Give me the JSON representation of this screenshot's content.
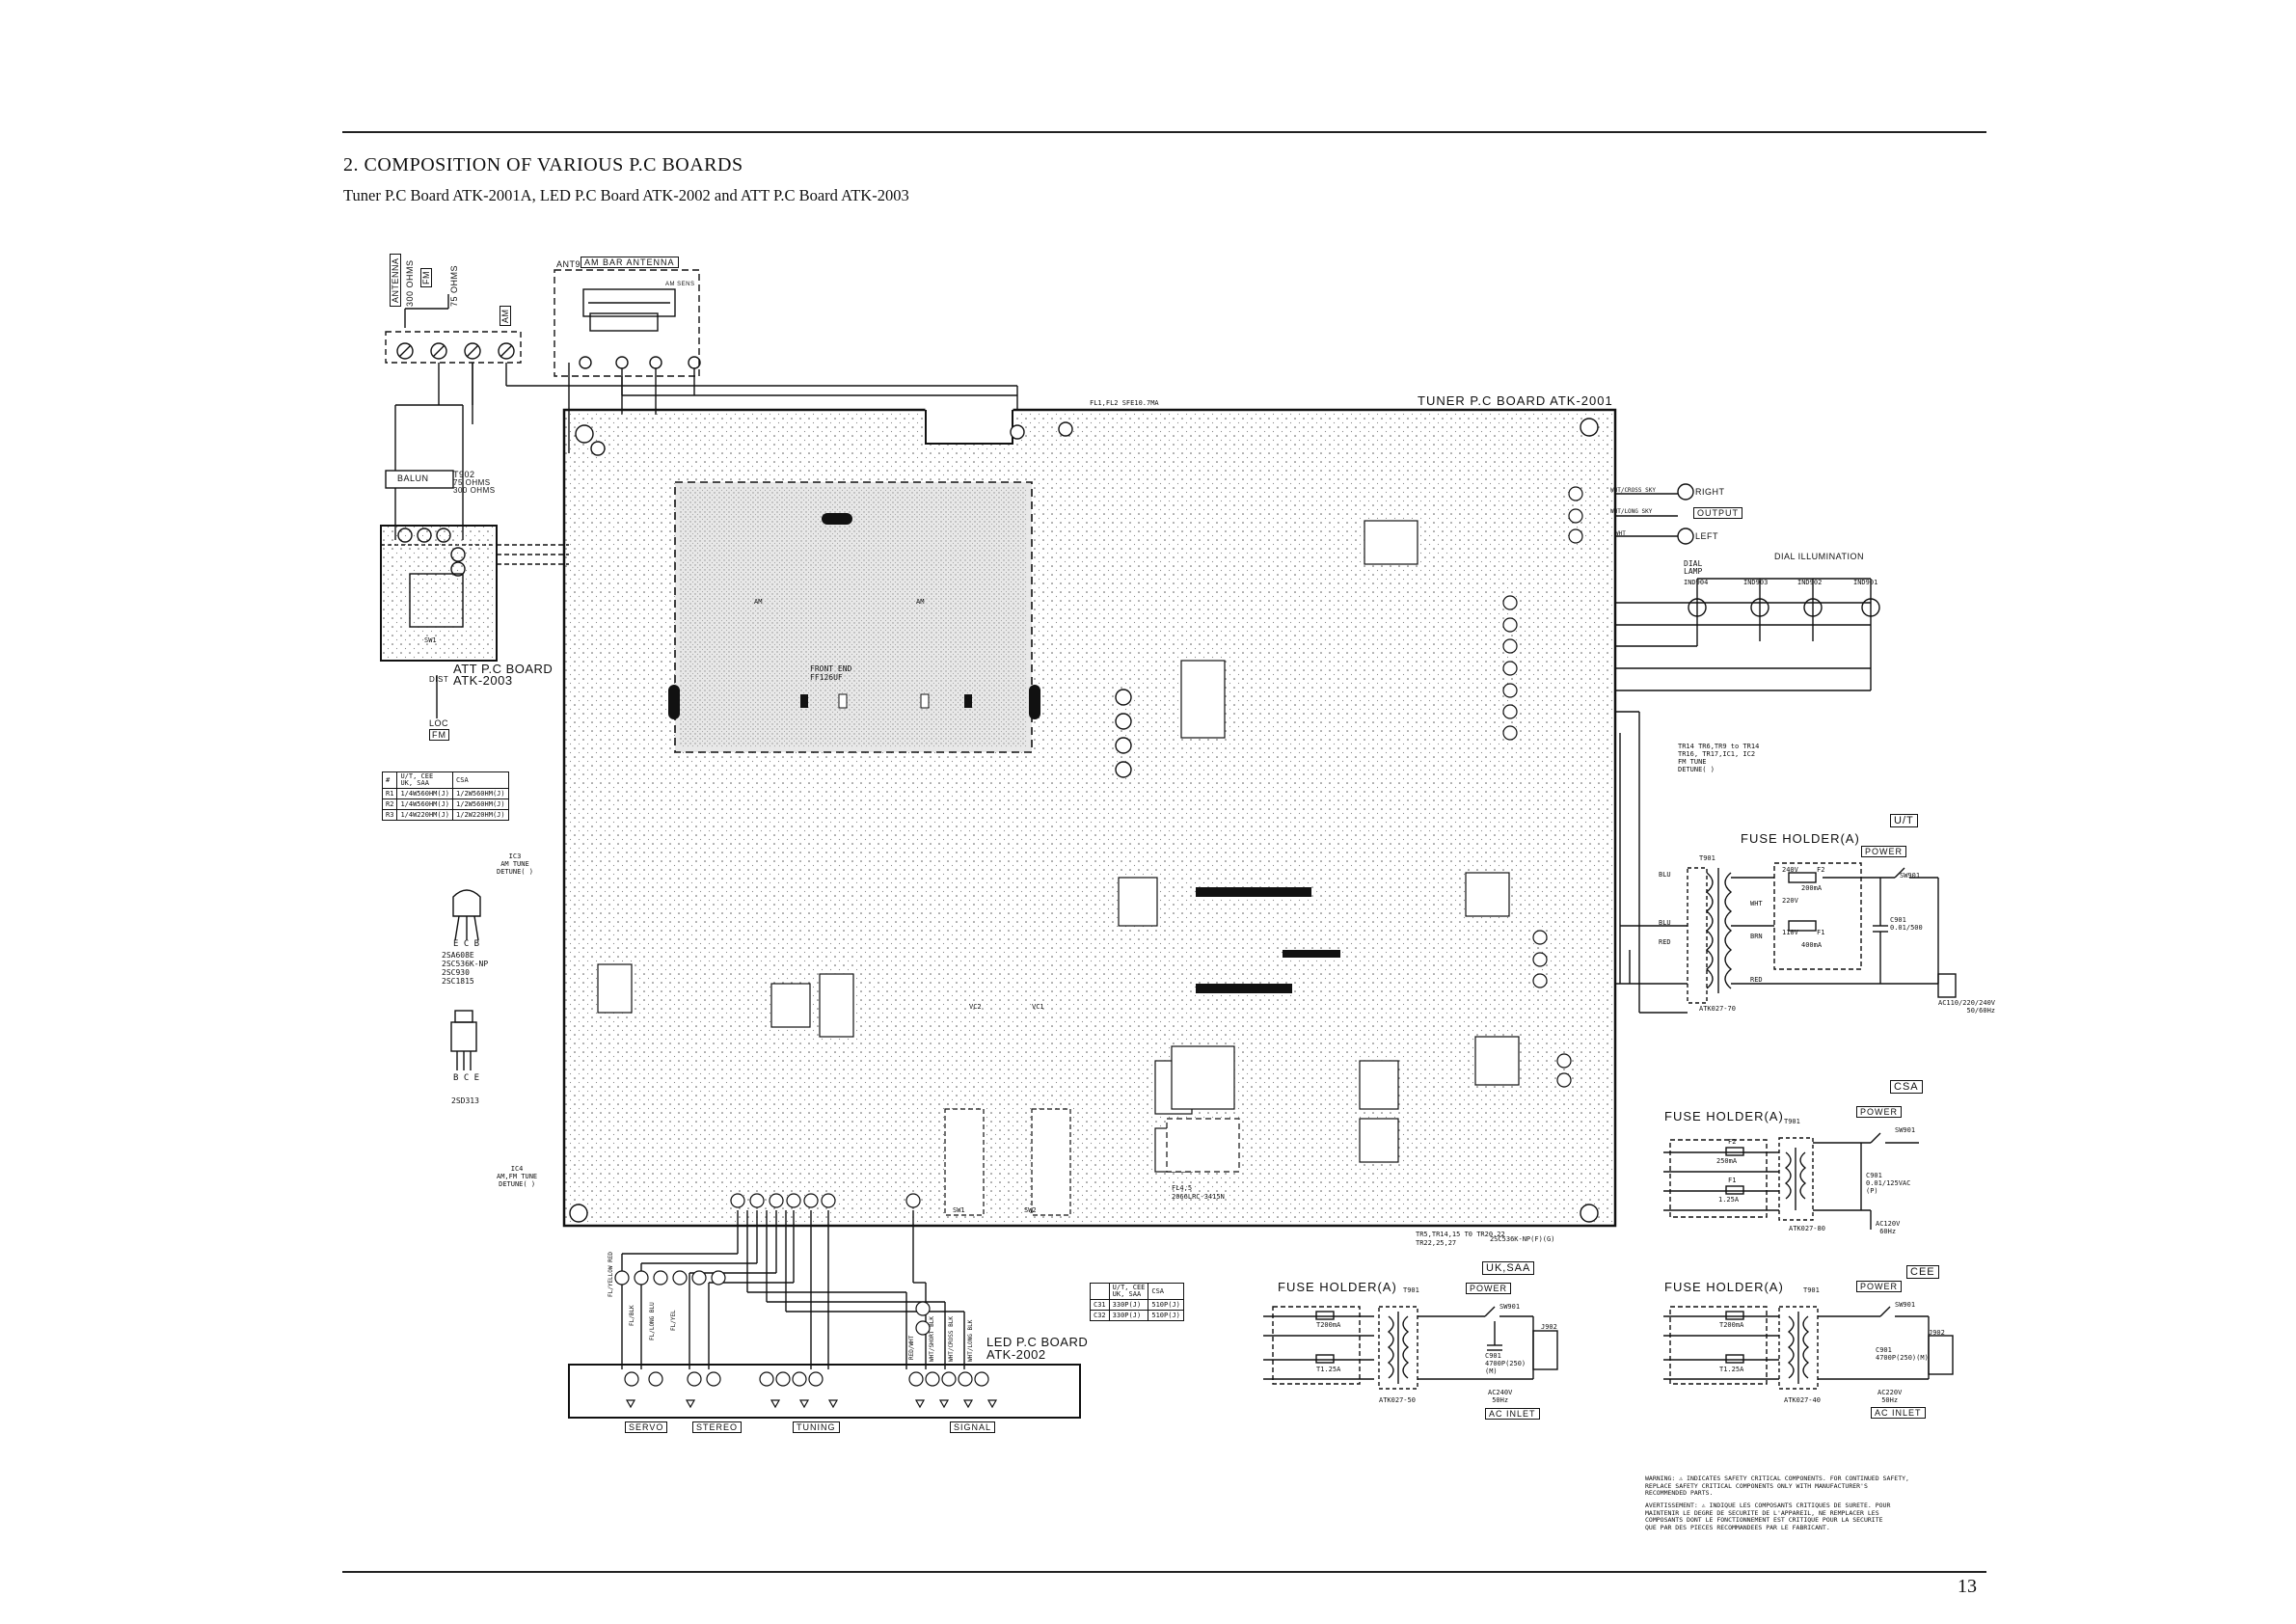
{
  "page": {
    "section_title": "2. COMPOSITION OF VARIOUS P.C BOARDS",
    "subtitle": "Tuner P.C Board ATK-2001A, LED P.C Board ATK-2002 and ATT P.C Board ATK-2003",
    "page_number": "13"
  },
  "antenna": {
    "terminals": [
      "ANTENNA",
      "300 OHMS",
      "FM",
      "75 OHMS",
      "AM"
    ],
    "am_bar_label": "AM BAR ANTENNA",
    "ant_ref": "ANT901",
    "am_sens": "AM SENS",
    "balun": "BALUN",
    "t902": "T902",
    "t902_ohms": "75 OHMS\n300 OHMS"
  },
  "att_board": {
    "title": "ATT P.C BOARD",
    "model": "ATK-2003",
    "dist": "DIST",
    "loc": "LOC",
    "fm": "FM",
    "sw": "SW1"
  },
  "tuner_board": {
    "title": "TUNER P.C BOARD ATK-2001",
    "front_end": "FRONT END",
    "front_end_model": "FF126UF",
    "filter_note": "FL1,FL2 SFE10.7MA",
    "am": "AM",
    "vc1": "VC1",
    "vc2": "VC2",
    "sw1": "SW1",
    "sw2": "SW2",
    "fl4": "FL4,5",
    "fl4_model": "2066LRC-3415N",
    "tr_note": "TR5,TR14,15 T0 TR20,22",
    "tr_note2": "TR22,25,27",
    "tr_part": "2SC536K-NP(F)(G)",
    "tr_tune_note": "TR14 TR6,TR9 to TR14\nTR16, TR17,IC1, IC2\nFM TUNE\nDETUNE( )"
  },
  "output": {
    "label": "OUTPUT",
    "right": "RIGHT",
    "left": "LEFT",
    "wire1": "WHT/CROSS SKY",
    "wire2": "WHT/LONG SKY",
    "wire3": "WHT"
  },
  "dial": {
    "title": "DIAL ILLUMINATION",
    "lamp": "DIAL LAMP",
    "bulbs": [
      "IND904",
      "IND903",
      "IND902",
      "IND901"
    ]
  },
  "power_ut": {
    "region": "U/T",
    "title": "FUSE HOLDER(A)",
    "power": "POWER",
    "t901": "T901",
    "sw901": "SW901",
    "v240": "240V",
    "v220": "220V",
    "v110": "110V",
    "f2": "F2",
    "f1": "F1",
    "ma200": "200mA",
    "ma400": "400mA",
    "c901": "C901\n0.01/500",
    "atk": "ATK027-70",
    "ac": "AC110/220/240V\n50/60Hz",
    "wires": [
      "BLU",
      "BLU",
      "WHT",
      "RED",
      "BRN",
      "RED"
    ]
  },
  "power_csa": {
    "region": "CSA",
    "title": "FUSE HOLDER(A)",
    "power": "POWER",
    "t901": "T901",
    "sw901": "SW901",
    "f2": "F2",
    "f1": "F1",
    "ma250": "250mA",
    "a125": "1.25A",
    "c901": "C901\n0.01/125VAC\n(P)",
    "atk": "ATK027-80",
    "ac": "AC120V\n60Hz"
  },
  "power_uk": {
    "region": "UK,SAA",
    "title": "FUSE HOLDER(A)",
    "power": "POWER",
    "t901": "T901",
    "sw901": "SW901",
    "t200": "T200mA",
    "t125": "T1.25A",
    "c901": "C901\n4700P(250)\n(M)",
    "j902": "J902",
    "atk": "ATK027-50",
    "ac": "AC240V\n50Hz",
    "inlet": "AC INLET"
  },
  "power_cee": {
    "region": "CEE",
    "title": "FUSE HOLDER(A)",
    "power": "POWER",
    "t901": "T901",
    "sw901": "SW901",
    "t200": "T200mA",
    "t125": "T1.25A",
    "c901": "C901\n4700P(250)(M)",
    "j902": "J902",
    "atk": "ATK027-40",
    "ac": "AC220V\n50Hz",
    "inlet": "AC INLET"
  },
  "led_board": {
    "title": "LED P.C BOARD",
    "model": "ATK-2002",
    "groups": [
      "SERVO",
      "STEREO",
      "TUNING",
      "SIGNAL"
    ],
    "wires_left": [
      "FL/YELLOW RED",
      "FL/BLK",
      "FL/LONG BLU",
      "FL/YEL"
    ],
    "wires_right": [
      "RED/WHT",
      "WHT/SHORT BLK",
      "WHT/CROSS BLK",
      "WHT/LONG BLK"
    ]
  },
  "tables": {
    "variant": {
      "headers": [
        "#",
        "U/T, CEE\nUK, SAA",
        "CSA"
      ],
      "rows": [
        [
          "R1",
          "1/4W560HM(J)",
          "1/2W560HM(J)"
        ],
        [
          "R2",
          "1/4W560HM(J)",
          "1/2W560HM(J)"
        ],
        [
          "R3",
          "1/4W220HM(J)",
          "1/2W220HM(J)"
        ]
      ]
    },
    "cap": {
      "headers": [
        "",
        "U/T, CEE\nUK, SAA",
        "CSA"
      ],
      "rows": [
        [
          "C31",
          "330P(J)",
          "510P(J)"
        ],
        [
          "C32",
          "330P(J)",
          "510P(J)"
        ]
      ]
    }
  },
  "parts": {
    "ic3": "IC3\nAM TUNE\nDETUNE( )",
    "ic4": "IC4\nAM,FM TUNE\nDETUNE( )",
    "transistor1_pins": "E C B",
    "transistor1": "2SA608E\n2SC536K-NP\n2SC930\n2SC1815",
    "transistor2_pins": "B C E",
    "transistor2": "2SD313"
  },
  "warning": {
    "en": "WARNING: ⚠ INDICATES SAFETY CRITICAL COMPONENTS. FOR CONTINUED SAFETY,\nREPLACE SAFETY CRITICAL COMPONENTS ONLY WITH MANUFACTURER'S\nRECOMMENDED PARTS.",
    "fr": "AVERTISSEMENT: ⚠ INDIQUE LES COMPOSANTS CRITIQUES DE SURETE. POUR\nMAINTENIR LE DEGRE DE SECURITE DE L'APPAREIL, NE REMPLACER LES\nCOMPOSANTS DONT LE FONCTIONNEMENT EST CRITIQUE POUR LA SECURITE\nQUE PAR DES PIECES RECOMMANDEES PAR LE FABRICANT."
  }
}
